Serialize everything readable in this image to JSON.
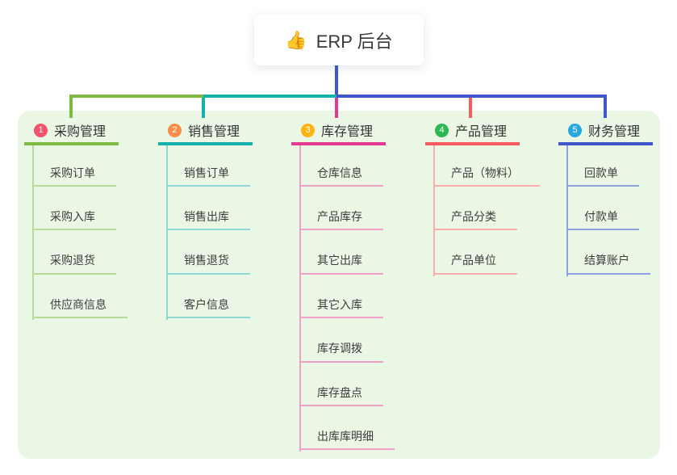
{
  "root": {
    "icon": "👍",
    "title": "ERP 后台"
  },
  "connectors": {
    "root_stem_color": "#4156cd"
  },
  "panel": {
    "background": "#ebf7e5"
  },
  "branches": [
    {
      "id": "purchase-management",
      "index": "1",
      "label": "采购管理",
      "badge_color": "#f4536a",
      "line_color": "#7eba41",
      "child_line_color": "#b8db97",
      "children": [
        "采购订单",
        "采购入库",
        "采购退货",
        "供应商信息"
      ]
    },
    {
      "id": "sales-management",
      "index": "2",
      "label": "销售管理",
      "badge_color": "#fc8c49",
      "line_color": "#14b2ab",
      "child_line_color": "#8fd8d2",
      "children": [
        "销售订单",
        "销售出库",
        "销售退货",
        "客户信息"
      ]
    },
    {
      "id": "inventory-management",
      "index": "3",
      "label": "库存管理",
      "badge_color": "#fcb414",
      "line_color": "#e23a93",
      "child_line_color": "#f2a0c8",
      "children": [
        "仓库信息",
        "产品库存",
        "其它出库",
        "其它入库",
        "库存调拨",
        "库存盘点",
        "出库库明细"
      ]
    },
    {
      "id": "product-management",
      "index": "4",
      "label": "产品管理",
      "badge_color": "#2eb750",
      "line_color": "#f85a60",
      "child_line_color": "#fbacae",
      "children": [
        "产品（物料）",
        "产品分类",
        "产品单位"
      ]
    },
    {
      "id": "finance-management",
      "index": "5",
      "label": "财务管理",
      "badge_color": "#29a7e1",
      "line_color": "#4156cd",
      "child_line_color": "#8da0e2",
      "children": [
        "回款单",
        "付款单",
        "结算账户"
      ]
    }
  ]
}
